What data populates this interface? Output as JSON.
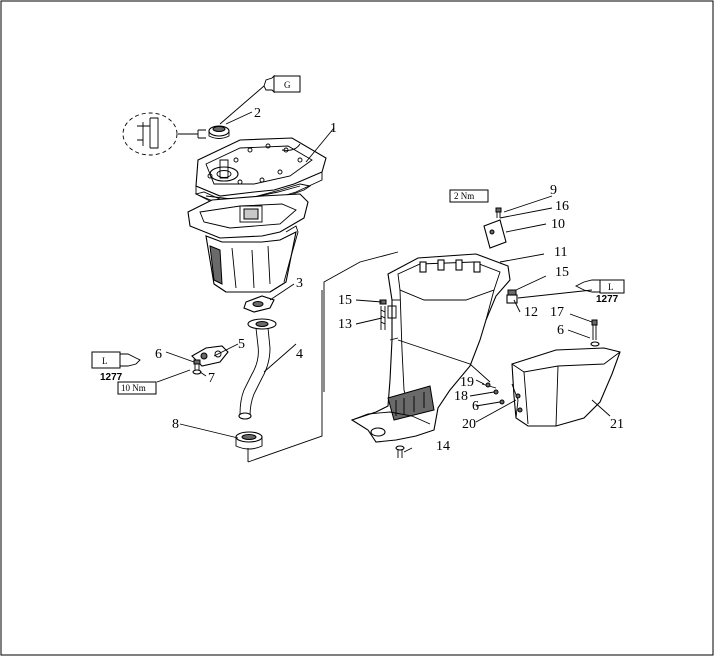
{
  "callouts": {
    "n1": "1",
    "n2": "2",
    "n3": "3",
    "n4": "4",
    "n5": "5",
    "n6a": "6",
    "n6b": "6",
    "n6c": "6",
    "n7": "7",
    "n8": "8",
    "n9": "9",
    "n10": "10",
    "n11": "11",
    "n12": "12",
    "n13": "13",
    "n14": "14",
    "n15a": "15",
    "n15b": "15",
    "n16": "16",
    "n17": "17",
    "n18": "18",
    "n19": "19",
    "n20": "20",
    "n21": "21"
  },
  "tags": {
    "grease": "G",
    "loctite_left": "L",
    "loctite_left_code": "1277",
    "loctite_right": "L",
    "loctite_right_code": "1277",
    "torque_left": "10 Nm",
    "torque_right": "2 Nm"
  },
  "colors": {
    "line": "#000000",
    "background": "#ffffff",
    "fill": "#c9c9c9"
  }
}
